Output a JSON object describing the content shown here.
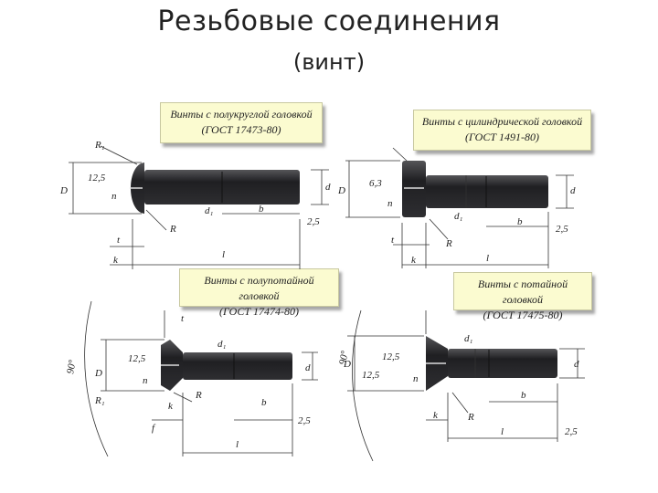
{
  "title": "Резьбовые соединения",
  "subtitle": "(винт)",
  "panels": {
    "round_head": {
      "line1": "Винты с полукруглой головкой",
      "line2": "(ГОСТ 17473-80)"
    },
    "cylinder_head": {
      "line1": "Винты с цилиндрической головкой",
      "line2": "(ГОСТ 1491-80)"
    },
    "half_countersunk": {
      "line1": "Винты с полупотайной головкой",
      "line2": "(ГОСТ 17474-80)"
    },
    "countersunk": {
      "line1": "Винты с потайной головкой",
      "line2": "(ГОСТ 17475-80)"
    }
  },
  "dims": {
    "D": "D",
    "d": "d",
    "d1": "d₁",
    "b": "b",
    "l": "l",
    "k": "k",
    "t": "t",
    "n": "n",
    "R": "R",
    "R1": "R₁",
    "f": "f",
    "r125": "12,5",
    "r25": "2,5",
    "r63": "6,3",
    "angle": "90°"
  },
  "colors": {
    "bolt": "#2b2b2e",
    "box_bg": "#fbfbd0",
    "dim_line": "#333333"
  }
}
